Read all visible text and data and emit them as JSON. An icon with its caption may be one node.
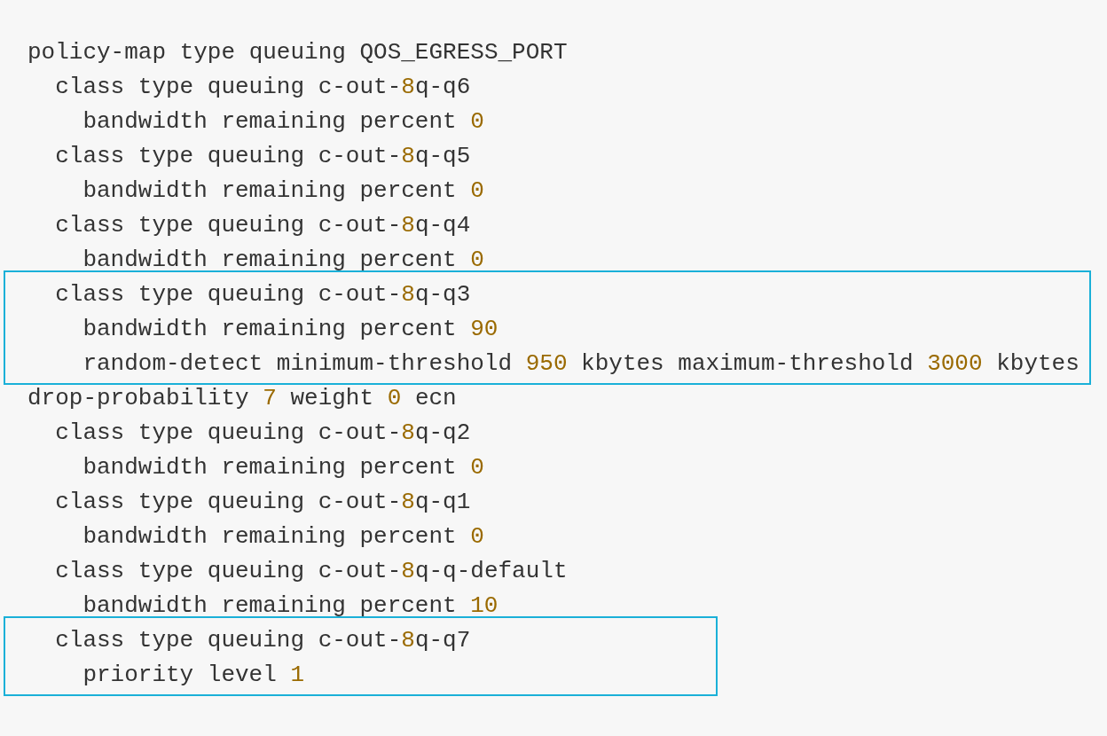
{
  "diagram": {
    "nodes": [
      {
        "text": [
          "class type queuing c-out-8q-q3",
          "bandwidth remaining percent 90",
          "random-detect minimum-threshold 950 kbytes maximum-threshold 3000 kbytes"
        ]
      },
      {
        "text": [
          "class type queuing c-out-8q-q7",
          "priority level 1"
        ]
      }
    ],
    "labels": [
      "policy-map type queuing QOS_EGRESS_PORT",
      "class type queuing c-out-8q-q6",
      "bandwidth remaining percent 0",
      "class type queuing c-out-8q-q5",
      "bandwidth remaining percent 0",
      "class type queuing c-out-8q-q4",
      "bandwidth remaining percent 0",
      "drop-probability 7 weight 0 ecn",
      "class type queuing c-out-8q-q2",
      "bandwidth remaining percent 0",
      "class type queuing c-out-8q-q1",
      "bandwidth remaining percent 0",
      "class type queuing c-out-8q-q-default",
      "bandwidth remaining percent 10"
    ]
  }
}
